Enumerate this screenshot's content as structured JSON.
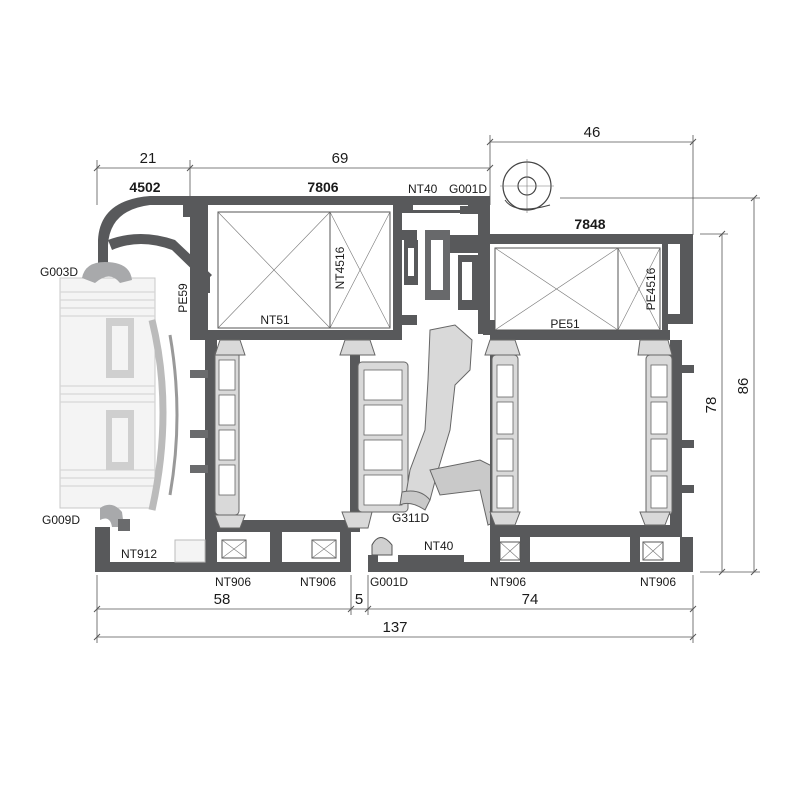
{
  "profile_codes": {
    "left_cap": "4502",
    "sash_frame": "7806",
    "right_sash": "7848"
  },
  "labels": {
    "g003d": "G003D",
    "g009d": "G009D",
    "nt912": "NT912",
    "pe59": "PE59",
    "nt51": "NT51",
    "nt4516": "NT4516",
    "nt40_top": "NT40",
    "g001d_top": "G001D",
    "pe51": "PE51",
    "pe4516": "PE4516",
    "g311d": "G311D",
    "nt40_bottom": "NT40",
    "g001d_bottom": "G001D",
    "nt906_1": "NT906",
    "nt906_2": "NT906",
    "nt906_3": "NT906",
    "nt906_4": "NT906"
  },
  "dimensions": {
    "top_21": "21",
    "top_69": "69",
    "top_46": "46",
    "right_78": "78",
    "right_86": "86",
    "bottom_58": "58",
    "bottom_5": "5",
    "bottom_74": "74",
    "bottom_137": "137"
  },
  "colors": {
    "aluminium": "#58595b",
    "gasket": "#a8a9ab",
    "thermal_break": "#d9d9d9"
  }
}
